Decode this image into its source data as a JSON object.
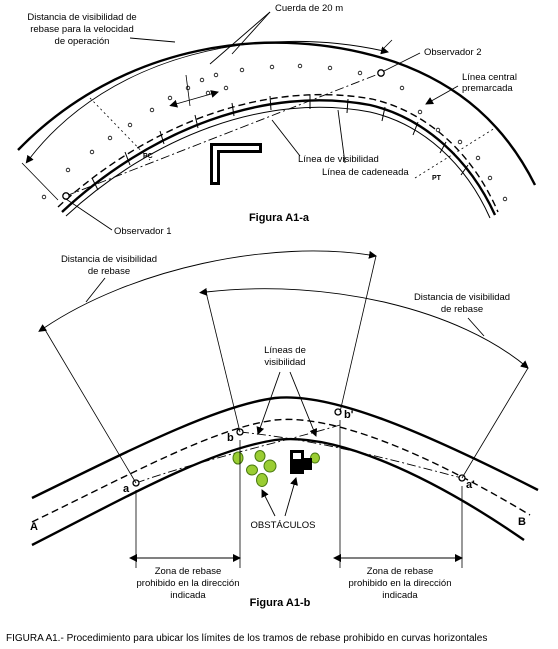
{
  "figure_a": {
    "caption": "Figura A1-a",
    "label_rebase_line1": "Distancia de visibilidad de",
    "label_rebase_line2": "rebase para la velocidad",
    "label_rebase_line3": "de operación",
    "label_cuerda": "Cuerda de 20 m",
    "label_obs2": "Observador 2",
    "label_central_line1": "Línea central",
    "label_central_line2": "premarcada",
    "label_visib": "Línea de visibilidad",
    "label_caden": "Línea de cadeneada",
    "label_obs1": "Observador 1",
    "label_pc": "PC",
    "label_pt": "PT"
  },
  "figure_b": {
    "caption": "Figura A1-b",
    "label_dist_left_line1": "Distancia de visibilidad",
    "label_dist_left_line2": "de rebase",
    "label_dist_right_line1": "Distancia de visibilidad",
    "label_dist_right_line2": "de rebase",
    "label_lineas_line1": "Líneas de",
    "label_lineas_line2": "visibilidad",
    "label_obstaculos": "OBSTÁCULOS",
    "label_A": "A",
    "label_B": "B",
    "label_a": "a",
    "label_b": "b",
    "label_b_prime": "b'",
    "label_a_prime": "a'",
    "zone_left_line1": "Zona de rebase",
    "zone_left_line2": "prohibido en la dirección",
    "zone_left_line3": "indicada",
    "zone_right_line1": "Zona de rebase",
    "zone_right_line2": "prohibido en la dirección",
    "zone_right_line3": "indicada"
  },
  "footer": {
    "caption": "FIGURA A1.-  Procedimiento para ubicar los límites de los tramos de rebase prohibido en curvas horizontales"
  }
}
